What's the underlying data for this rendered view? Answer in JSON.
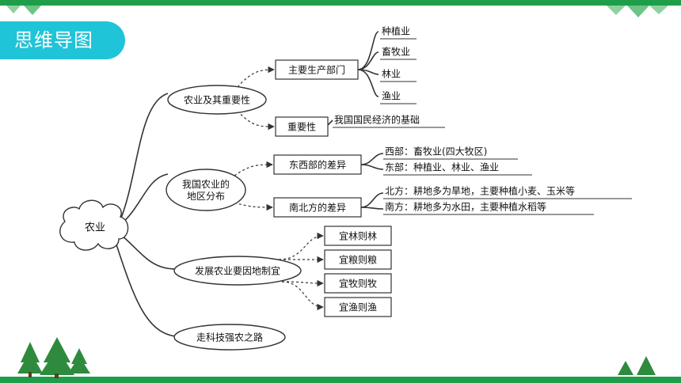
{
  "title": "思维导图",
  "colors": {
    "bar": "#1e9e4a",
    "accent": "#20c4d8",
    "tree": "#2e8b3e"
  },
  "root": "农业",
  "branches": [
    {
      "label": "农业及其重要性",
      "children": [
        {
          "label": "主要生产部门",
          "leaves": [
            "种植业",
            "畜牧业",
            "林业",
            "渔业"
          ]
        },
        {
          "label": "重要性",
          "leaves": [
            "我国国民经济的基础"
          ]
        }
      ]
    },
    {
      "label_lines": [
        "我国农业的",
        "地区分布"
      ],
      "children": [
        {
          "label": "东西部的差异",
          "leaves": [
            "西部：畜牧业(四大牧区)",
            "东部：种植业、林业、渔业"
          ]
        },
        {
          "label": "南北方的差异",
          "leaves": [
            "北方：耕地多为旱地，主要种植小麦、玉米等",
            "南方：耕地多为水田，主要种植水稻等"
          ]
        }
      ]
    },
    {
      "label": "发展农业要因地制宜",
      "children": [
        {
          "label": "宜林则林"
        },
        {
          "label": "宜粮则粮"
        },
        {
          "label": "宜牧则牧"
        },
        {
          "label": "宜渔则渔"
        }
      ]
    },
    {
      "label": "走科技强农之路"
    }
  ]
}
